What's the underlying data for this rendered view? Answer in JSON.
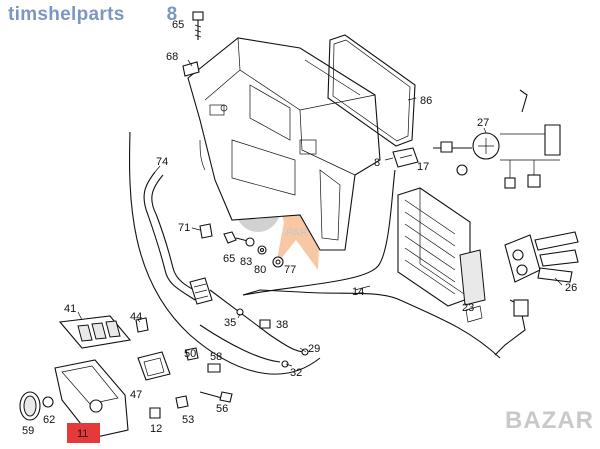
{
  "watermark": "timshelparts",
  "watermark_digit": "8",
  "brand": "BAZAR",
  "callouts": {
    "c65": "65",
    "c68": "68",
    "c86": "86",
    "c27": "27",
    "c8": "8",
    "c17": "17",
    "c74": "74",
    "c71": "71",
    "c65b": "65",
    "c83": "83",
    "c80": "80",
    "c77": "77",
    "c14": "14",
    "c23": "23",
    "c26": "26",
    "c41": "41",
    "c44": "44",
    "c35": "35",
    "c38": "38",
    "c29": "29",
    "c50": "50",
    "c47": "47",
    "c32": "32",
    "c58": "58",
    "c53": "53",
    "c56": "56",
    "c59": "59",
    "c62": "62",
    "c11": "11",
    "c12": "12"
  },
  "colors": {
    "highlight": "#e63a3a",
    "watermark": "#4f74b0",
    "logo": "#f29a5a"
  }
}
